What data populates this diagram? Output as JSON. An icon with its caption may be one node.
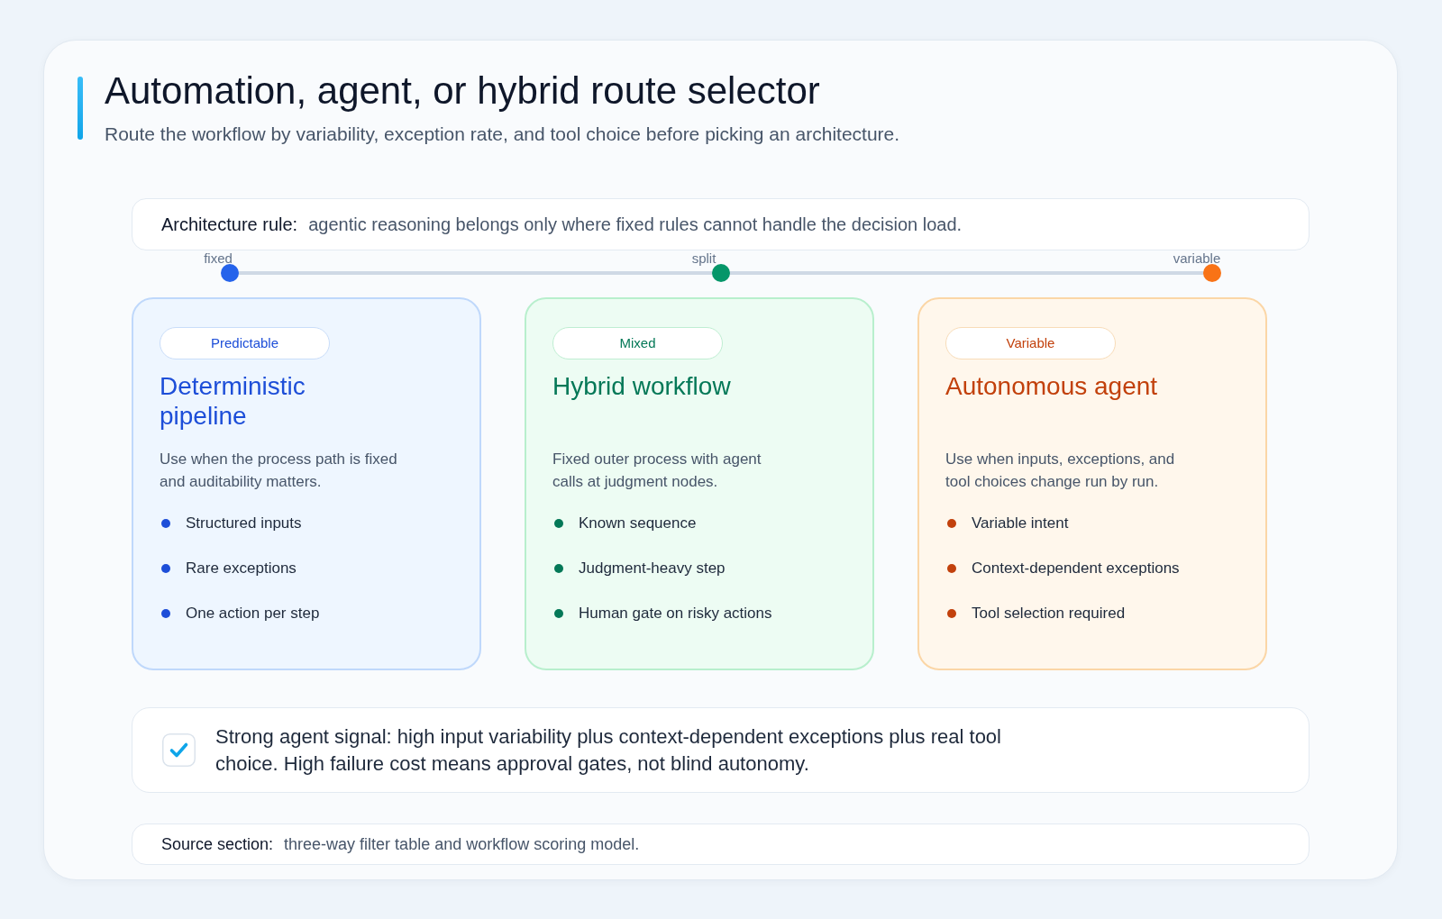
{
  "diagram": {
    "title": "Automation, agent, or hybrid route selector",
    "nodes": [
      {
        "text": [
          "Architecture rule:",
          "agentic reasoning belongs only where fixed rules cannot handle the decision load."
        ]
      },
      {
        "text": [
          "Deterministic pipeline",
          "Use when the process path is fixed and auditability matters.",
          "Structured inputs",
          "Rare exceptions",
          "One action per step"
        ]
      },
      {
        "text": [
          "Predictable"
        ],
        "in": 1
      },
      {
        "text": [
          "Hybrid workflow",
          "Fixed outer process with agent calls at judgment nodes.",
          "Known sequence",
          "Judgment-heavy step",
          "Human gate on risky actions"
        ]
      },
      {
        "text": [
          "Mixed"
        ],
        "in": 3
      },
      {
        "text": [
          "Autonomous agent",
          "Use when inputs, exceptions, and tool choices change run by run.",
          "Variable intent",
          "Context-dependent exceptions",
          "Tool selection required"
        ]
      },
      {
        "text": [
          "Variable"
        ],
        "in": 5
      },
      {
        "text": [
          "Strong agent signal: high input variability plus context-dependent exceptions plus real tool choice. High failure cost means approval gates, not blind autonomy."
        ]
      },
      {
        "text": [
          "Source section:",
          "three-way filter table and workflow scoring model."
        ]
      }
    ],
    "labels": [
      "Route the workflow by variability, exception rate, and tool choice before picking an architecture.",
      "fixed",
      "split",
      "variable"
    ]
  }
}
